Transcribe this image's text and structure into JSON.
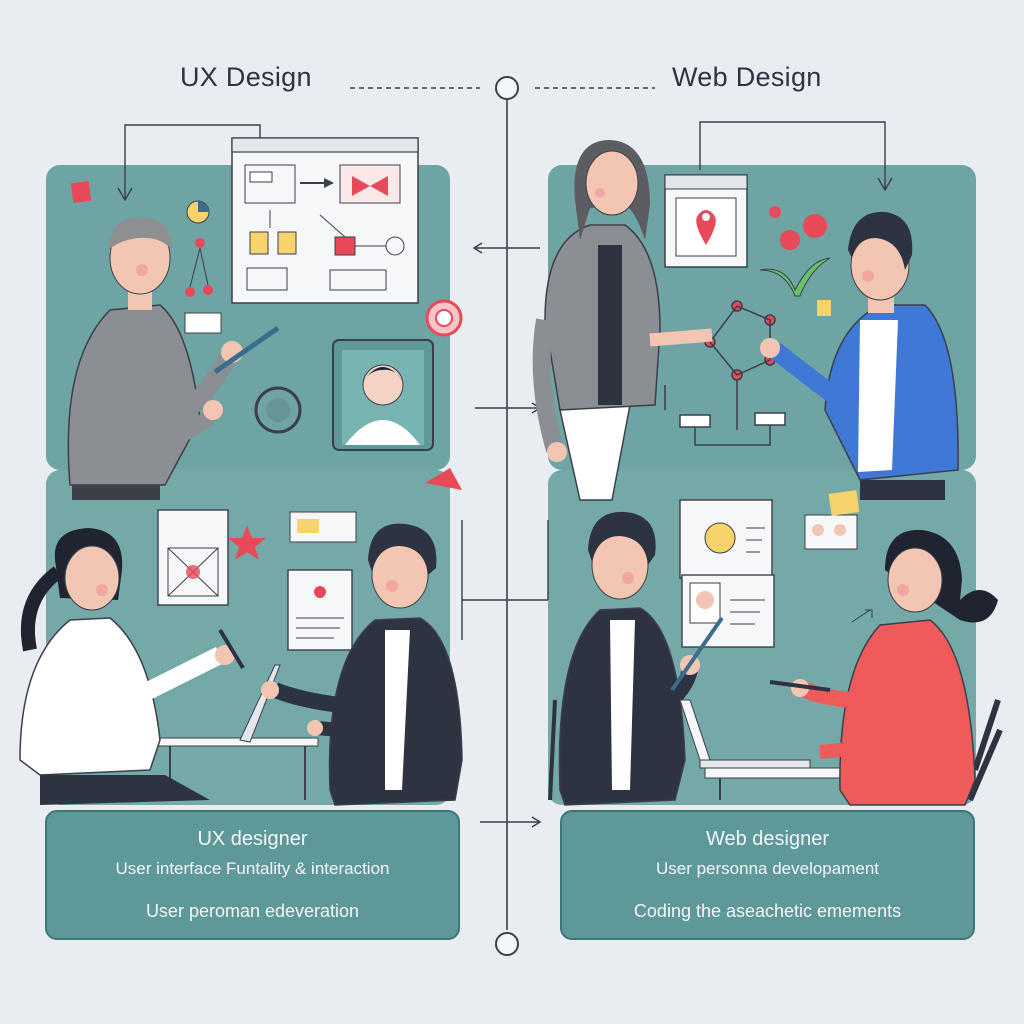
{
  "headings": {
    "left": "UX Design",
    "right": "Web Design"
  },
  "cards": {
    "left": {
      "title": "UX designer",
      "line1": "User interface  Funtality & interaction",
      "line2": "User peroman edeveration"
    },
    "right": {
      "title": "Web designer",
      "line1": "User personna developament",
      "line2": "Coding the aseachetic emements"
    }
  },
  "colors": {
    "background": "#e9ecf1",
    "panel": "#6fa4a4",
    "card": "#5f9899",
    "accent_red": "#e84a5a",
    "note_yellow": "#f6d36b",
    "shirt_blue": "#3f78d6",
    "shirt_coral": "#ef5b5b",
    "ink": "#2d3340"
  }
}
